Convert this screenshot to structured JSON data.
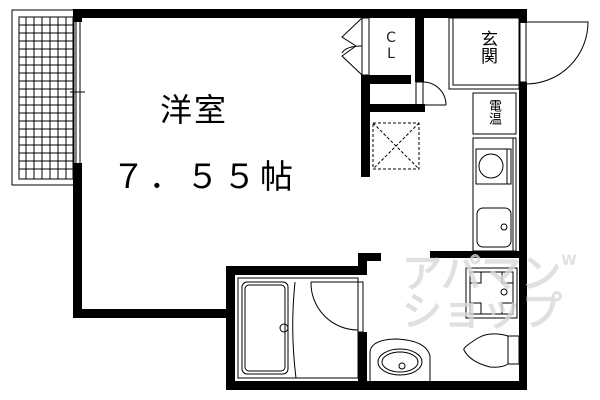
{
  "floor_plan": {
    "main_room": {
      "name": "洋室",
      "size": "7.55帖",
      "size_display": "７．５５帖"
    },
    "closet": {
      "label": "CL"
    },
    "entrance": {
      "label": "玄関"
    },
    "water_heater": {
      "label": "電温"
    },
    "watermark": {
      "line1": "アパマン",
      "line2": "ショップ",
      "small": "W"
    }
  },
  "colors": {
    "wall": "#000000",
    "background": "#ffffff",
    "watermark": "#d9d9d9"
  }
}
